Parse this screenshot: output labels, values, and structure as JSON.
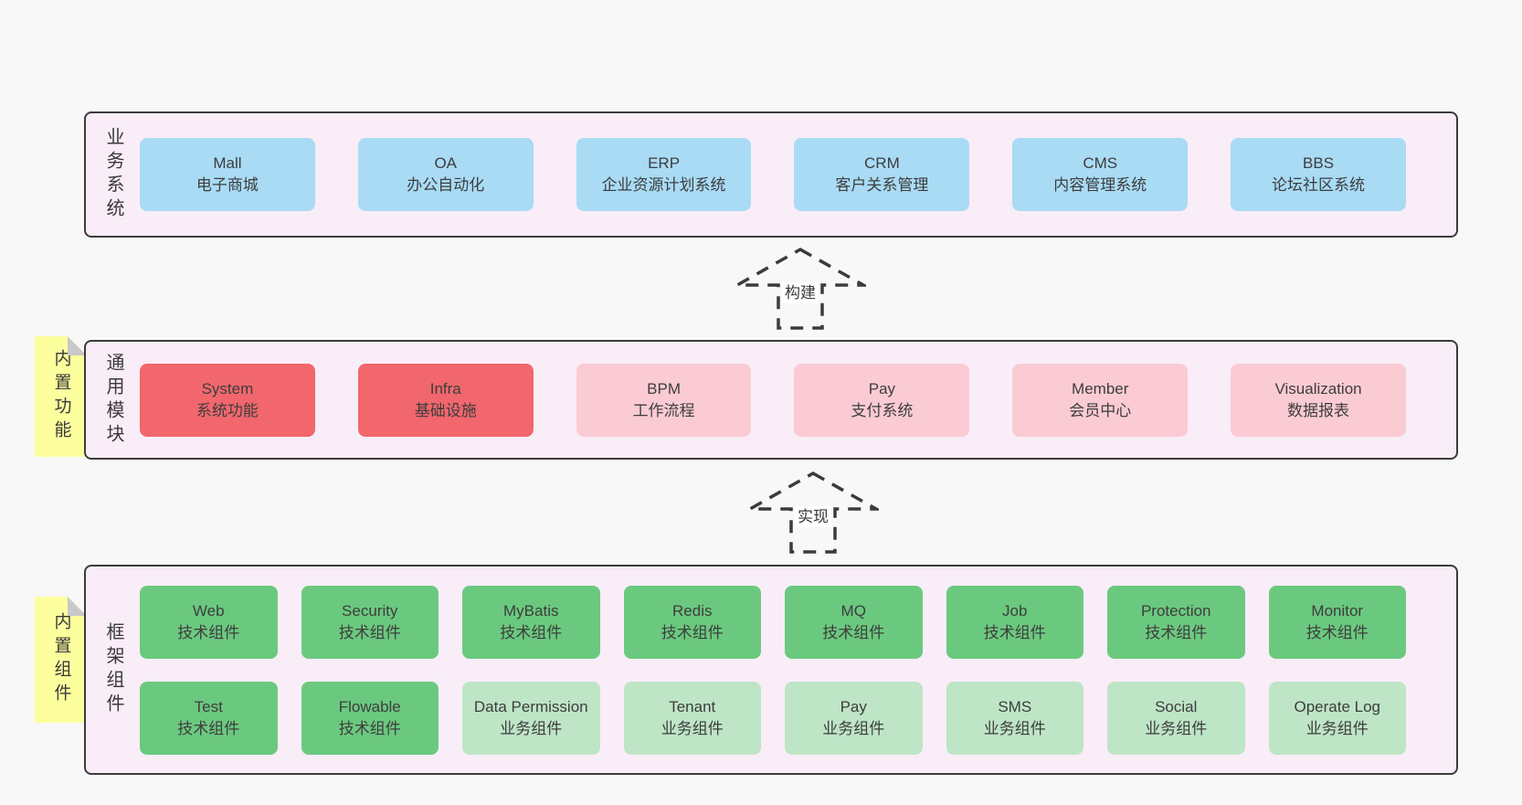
{
  "diagram": {
    "colors": {
      "pageBg": "#f8f8f8",
      "panelBg": "#f9edf8",
      "border": "#3b3b3b",
      "blue": "#a9dbf5",
      "red": "#f1676d",
      "pink": "#fbcbd4",
      "green": "#6bc97f",
      "lightgreen": "#bee5c6",
      "sticky": "#fdff9e",
      "fold": "#c8c8c8"
    },
    "arrows": [
      {
        "label": "构建"
      },
      {
        "label": "实现"
      }
    ],
    "sections": [
      {
        "label": "业务系统",
        "sticky": "",
        "rows": [
          [
            {
              "title": "Mall",
              "subtitle": "电子商城",
              "color": "blue"
            },
            {
              "title": "OA",
              "subtitle": "办公自动化",
              "color": "blue"
            },
            {
              "title": "ERP",
              "subtitle": "企业资源计划系统",
              "color": "blue"
            },
            {
              "title": "CRM",
              "subtitle": "客户关系管理",
              "color": "blue"
            },
            {
              "title": "CMS",
              "subtitle": "内容管理系统",
              "color": "blue"
            },
            {
              "title": "BBS",
              "subtitle": "论坛社区系统",
              "color": "blue"
            }
          ]
        ]
      },
      {
        "label": "通用模块",
        "sticky": "内置功能",
        "rows": [
          [
            {
              "title": "System",
              "subtitle": "系统功能",
              "color": "red"
            },
            {
              "title": "Infra",
              "subtitle": "基础设施",
              "color": "red"
            },
            {
              "title": "BPM",
              "subtitle": "工作流程",
              "color": "pink"
            },
            {
              "title": "Pay",
              "subtitle": "支付系统",
              "color": "pink"
            },
            {
              "title": "Member",
              "subtitle": "会员中心",
              "color": "pink"
            },
            {
              "title": "Visualization",
              "subtitle": "数据报表",
              "color": "pink"
            }
          ]
        ]
      },
      {
        "label": "框架组件",
        "sticky": "内置组件",
        "rows": [
          [
            {
              "title": "Web",
              "subtitle": "技术组件",
              "color": "green"
            },
            {
              "title": "Security",
              "subtitle": "技术组件",
              "color": "green"
            },
            {
              "title": "MyBatis",
              "subtitle": "技术组件",
              "color": "green"
            },
            {
              "title": "Redis",
              "subtitle": "技术组件",
              "color": "green"
            },
            {
              "title": "MQ",
              "subtitle": "技术组件",
              "color": "green"
            },
            {
              "title": "Job",
              "subtitle": "技术组件",
              "color": "green"
            },
            {
              "title": "Protection",
              "subtitle": "技术组件",
              "color": "green"
            },
            {
              "title": "Monitor",
              "subtitle": "技术组件",
              "color": "green"
            }
          ],
          [
            {
              "title": "Test",
              "subtitle": "技术组件",
              "color": "green"
            },
            {
              "title": "Flowable",
              "subtitle": "技术组件",
              "color": "green"
            },
            {
              "title": "Data Permission",
              "subtitle": "业务组件",
              "color": "lightgreen"
            },
            {
              "title": "Tenant",
              "subtitle": "业务组件",
              "color": "lightgreen"
            },
            {
              "title": "Pay",
              "subtitle": "业务组件",
              "color": "lightgreen"
            },
            {
              "title": "SMS",
              "subtitle": "业务组件",
              "color": "lightgreen"
            },
            {
              "title": "Social",
              "subtitle": "业务组件",
              "color": "lightgreen"
            },
            {
              "title": "Operate Log",
              "subtitle": "业务组件",
              "color": "lightgreen"
            }
          ]
        ]
      }
    ]
  }
}
